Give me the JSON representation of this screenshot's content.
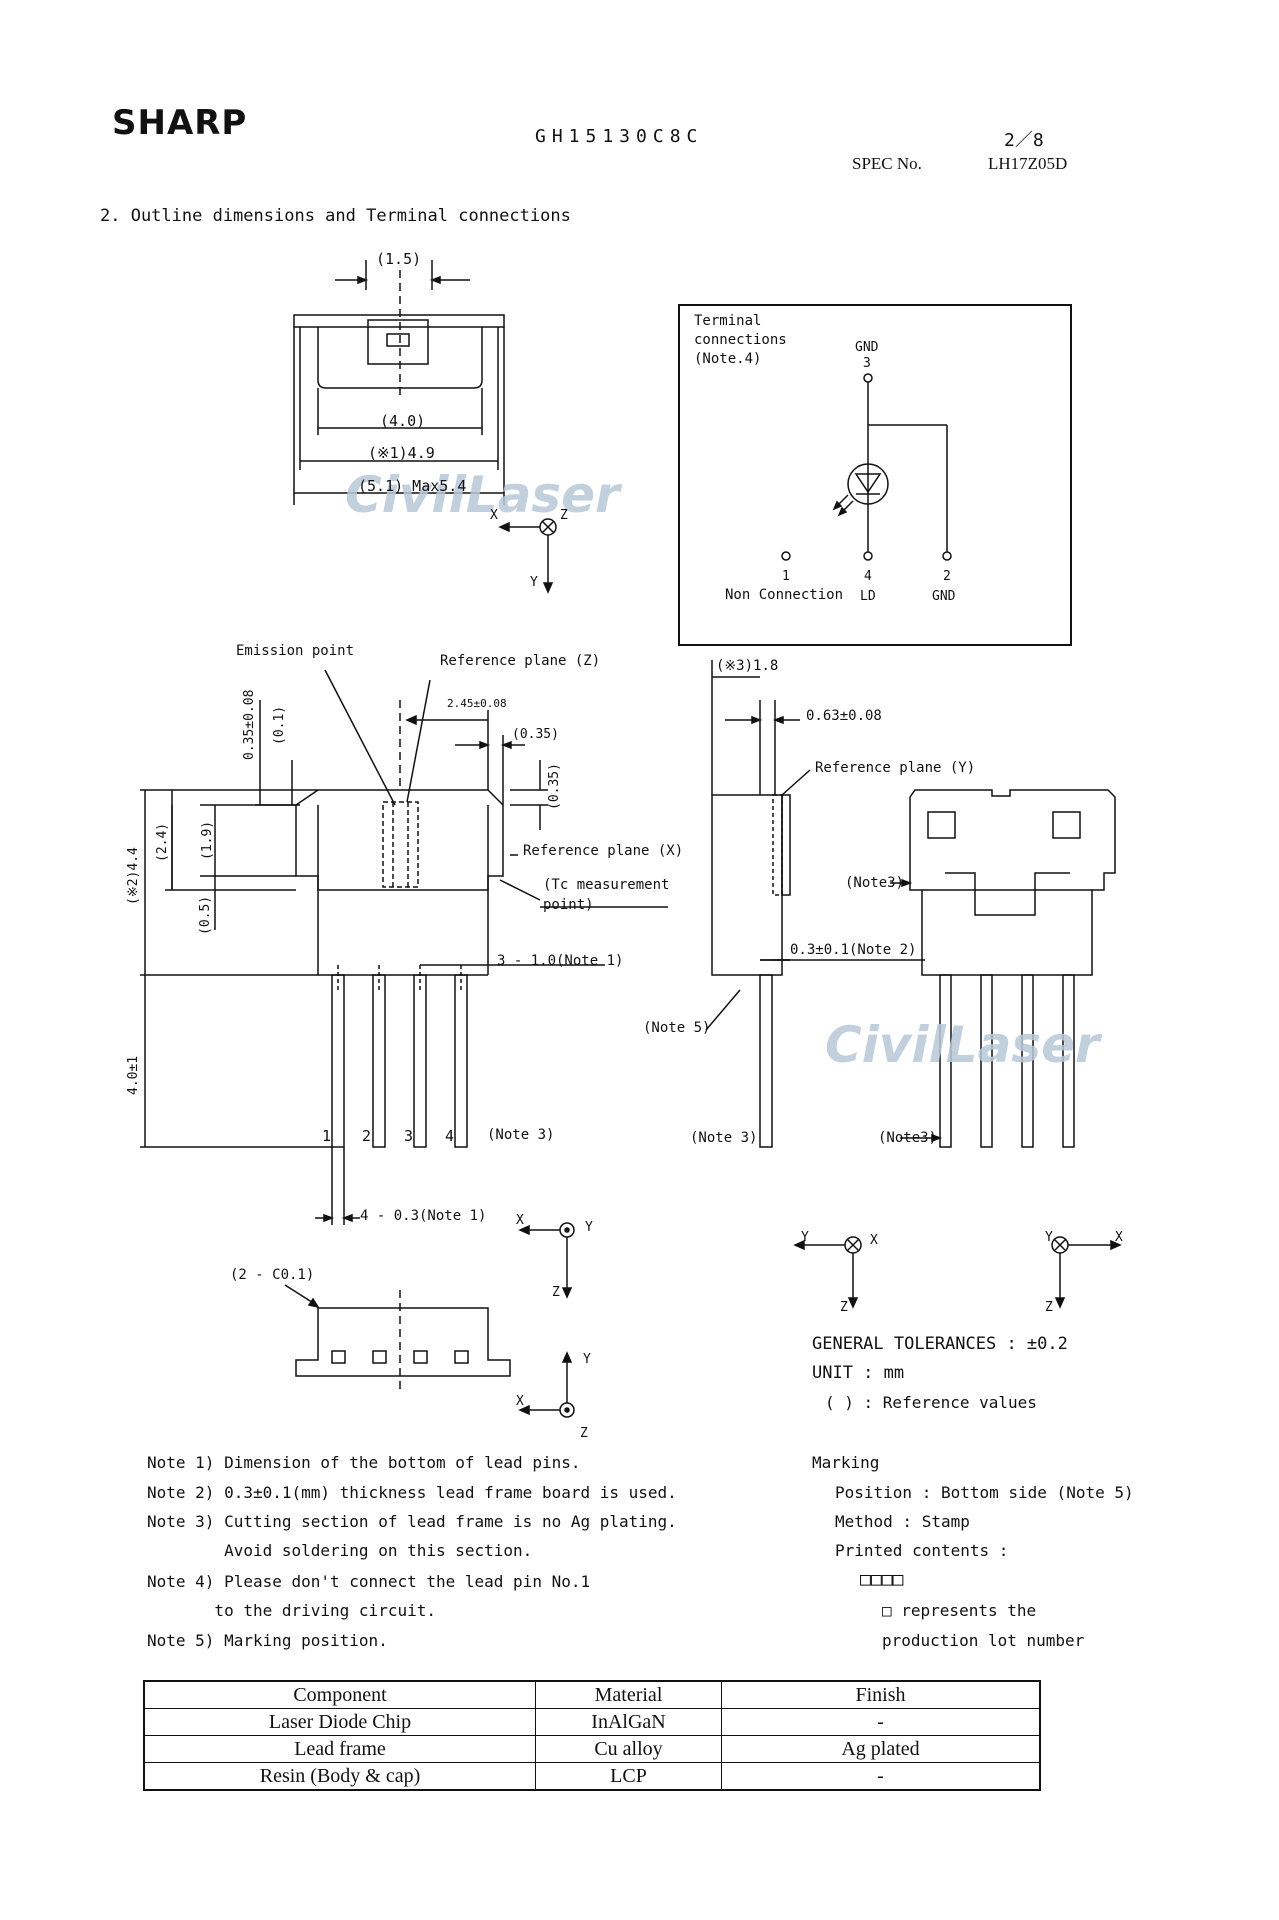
{
  "header": {
    "brand": "SHARP",
    "model": "GH15130C8C",
    "page": "2／8",
    "spec_label": "SPEC No.",
    "spec_no": "LH17Z05D"
  },
  "section_title": "2. Outline dimensions and Terminal connections",
  "watermark": "CivilLaser",
  "top_view": {
    "dim_15": "(1.5)",
    "dim_40": "(4.0)",
    "dim_49": "(※1)4.9",
    "dim_51": "(5.1) Max5.4",
    "axis_x": "X",
    "axis_y": "Y",
    "axis_z": "Z"
  },
  "terminal_box": {
    "title_lines": [
      "Terminal",
      "connections",
      "(Note.4)"
    ],
    "gnd_top": "GND",
    "pin3": "3",
    "pin1": "1",
    "pin4": "4",
    "pin2": "2",
    "nc": "Non Connection",
    "ld": "LD",
    "gnd_bottom": "GND"
  },
  "front_view": {
    "emission_point": "Emission point",
    "ref_plane_z": "Reference plane (Z)",
    "dim_245": "2.45±0.08",
    "dim_035a": "(0.35)",
    "dim_035b": "(0.35)",
    "dim_035_008": "0.35±0.08",
    "dim_01": "(0.1)",
    "dim_19": "(1.9)",
    "dim_24": "(2.4)",
    "dim_44": "(※2)4.4",
    "dim_05": "(0.5)",
    "dim_40": "4.0±1",
    "ref_plane_x": "Reference plane (X)",
    "tc_note": "(Tc measurement",
    "tc_note2": "point)",
    "pitch": "3 - 1.0(Note 1)",
    "pins": [
      "1",
      "2",
      "3",
      "4"
    ],
    "note3": "(Note 3)",
    "pin_w": "4 - 0.3(Note 1)",
    "axis_x": "X",
    "axis_y": "Y",
    "axis_z": "Z"
  },
  "side_view": {
    "dim_18": "(※3)1.8",
    "dim_063": "0.63±0.08",
    "ref_plane_y": "Reference plane (Y)",
    "dim_03": "0.3±0.1(Note 2)",
    "note5": "(Note 5)",
    "note3": "(Note 3)"
  },
  "back_view": {
    "note3a": "(Note3)",
    "note3b": "(Note3)"
  },
  "bottom_view": {
    "chamfer": "(2 - C0.1)",
    "axis_x": "X",
    "axis_y": "Y",
    "axis_z": "Z"
  },
  "axes_right": {
    "y1": "Y",
    "x1": "X",
    "z1": "Z",
    "y2": "Y",
    "x2": "X",
    "z2": "Z"
  },
  "tolerances": {
    "general": "GENERAL TOLERANCES  : ±0.2",
    "unit": "UNIT  : mm",
    "ref": "( )   : Reference values"
  },
  "notes": [
    "Note 1) Dimension of the bottom of lead pins.",
    "Note 2) 0.3±0.1(mm) thickness lead frame board is used.",
    "Note 3) Cutting section of lead frame is no Ag plating.",
    "        Avoid soldering on this section.",
    "Note 4) Please don't connect the lead pin No.1",
    "       to the driving circuit.",
    "Note 5) Marking position."
  ],
  "marking": {
    "title": "Marking",
    "position": "Position  :  Bottom side (Note 5)",
    "method": "Method  :  Stamp",
    "printed": "Printed contents  :",
    "boxes": "□□□□",
    "legend1": "□ represents the",
    "legend2": "production lot number"
  },
  "materials": {
    "headers": [
      "Component",
      "Material",
      "Finish"
    ],
    "rows": [
      [
        "Laser Diode Chip",
        "InAlGaN",
        "-"
      ],
      [
        "Lead frame",
        "Cu alloy",
        "Ag plated"
      ],
      [
        "Resin (Body & cap)",
        "LCP",
        "-"
      ]
    ]
  }
}
